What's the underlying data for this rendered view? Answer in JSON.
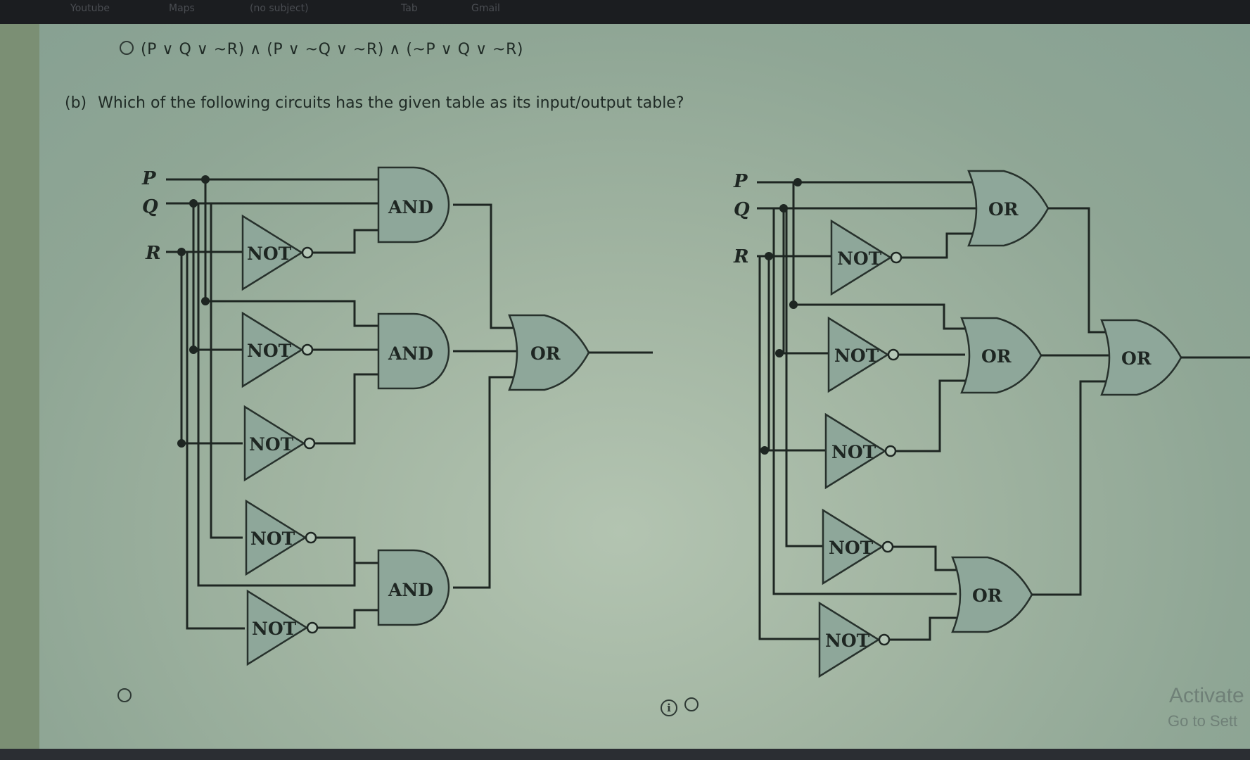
{
  "top_bar_faint": [
    "Youtube",
    "Maps",
    "(no subject)",
    "Tab",
    "Gmail"
  ],
  "option_prev": {
    "text": "(P ∨ Q ∨ ~R) ∧ (P ∨ ~Q ∨ ~R) ∧ (~P ∨ Q ∨ ~R)"
  },
  "question": {
    "part": "(b)",
    "text": "Which of the following circuits has the given table as its input/output table?"
  },
  "inputs": {
    "p": "P",
    "q": "Q",
    "r": "R"
  },
  "gates": {
    "and": "AND",
    "or": "OR",
    "not": "NOT"
  },
  "watermark": {
    "line1": "Activate",
    "line2": "Go to Sett"
  }
}
